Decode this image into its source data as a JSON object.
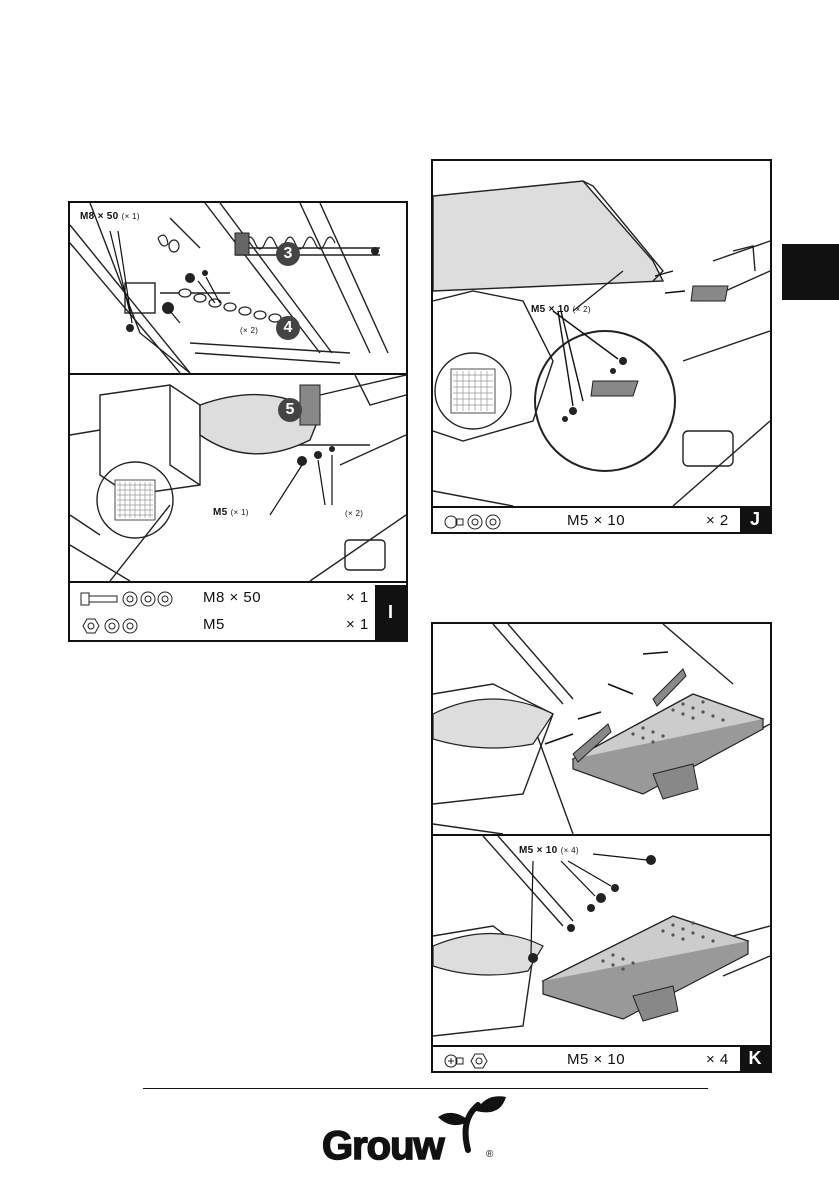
{
  "panel_i": {
    "callout_bolt": "M8 × 50",
    "callout_bolt_qty": "(× 1)",
    "callout_washers_qty": "(× 2)",
    "callout_nut": "M5",
    "callout_nut_qty": "(× 1)",
    "callout_nut_washers_qty": "(× 2)",
    "steps": [
      "3",
      "4",
      "5"
    ],
    "hardware": [
      {
        "spec": "M8 × 50",
        "qty": "× 1"
      },
      {
        "spec": "M5",
        "qty": "× 1"
      }
    ],
    "badge": "I"
  },
  "panel_j": {
    "callout": "M5 × 10",
    "callout_qty": "(× 2)",
    "hardware": [
      {
        "spec": "M5 × 10",
        "qty": "× 2"
      }
    ],
    "badge": "J"
  },
  "panel_k": {
    "callout": "M5 × 10",
    "callout_qty": "(× 4)",
    "hardware": [
      {
        "spec": "M5 × 10",
        "qty": "× 4"
      }
    ],
    "badge": "K"
  },
  "brand": {
    "name": "Grouw",
    "mark": "®",
    "color": "#111111"
  },
  "section_tab_color": "#111111"
}
